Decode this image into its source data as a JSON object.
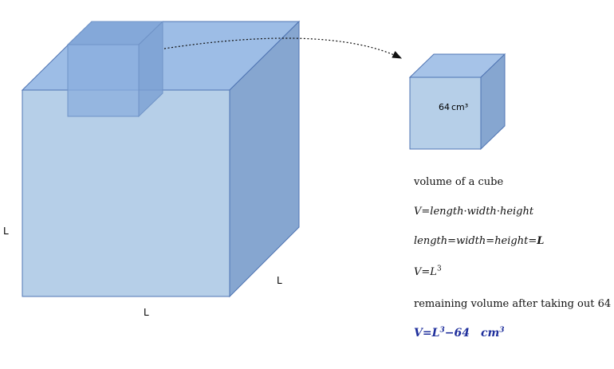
{
  "big_cube": {
    "left_label": "L",
    "bottom_label": "L",
    "depth_label": "L"
  },
  "small_cube": {
    "volume_value": "64",
    "volume_unit": "cm³"
  },
  "formulas": {
    "line1": "volume of a cube",
    "line2": {
      "lhs": "V",
      "eq": "=",
      "t1": "length",
      "t2": "width",
      "t3": "height",
      "dot": "·"
    },
    "line3": {
      "t1": "length",
      "t2": "width",
      "t3": "height",
      "eq": "=",
      "rhs": "L"
    },
    "line4": {
      "lhs": "V",
      "eq": "=",
      "base": "L",
      "exp": "3"
    },
    "line5": "remaining volume after taking out 64",
    "line6": {
      "lhs": "V",
      "eq": "=",
      "base": "L",
      "exp": "3",
      "minus": "−64",
      "unit": "cm",
      "unit_exp": "3"
    }
  },
  "colors": {
    "front_face": "#b6cfe8",
    "top_face": "#9dbde6",
    "side_face": "#86a6d0",
    "edge": "#4f74b3",
    "final_formula": "#1f2f9c"
  }
}
